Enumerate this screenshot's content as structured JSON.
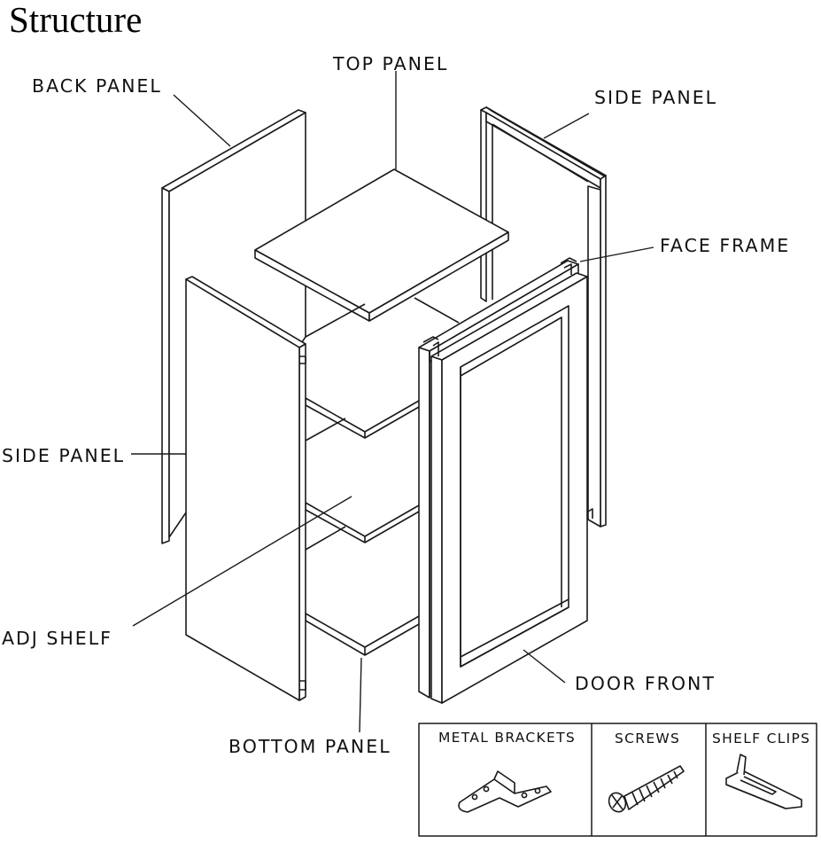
{
  "title": "Structure",
  "labels": {
    "back_panel": "BACK PANEL",
    "top_panel": "TOP PANEL",
    "side_panel_right": "SIDE PANEL",
    "face_frame": "FACE FRAME",
    "side_panel_left": "SIDE PANEL",
    "adj_shelf": "ADJ SHELF",
    "door_front": "DOOR FRONT",
    "bottom_panel": "BOTTOM PANEL"
  },
  "hardware": {
    "metal_brackets": "METAL BRACKETS",
    "screws": "SCREWS",
    "shelf_clips": "SHELF CLIPS"
  },
  "colors": {
    "line": "#1a1a1a",
    "panel": "#ffffff",
    "background": "#ffffff"
  }
}
